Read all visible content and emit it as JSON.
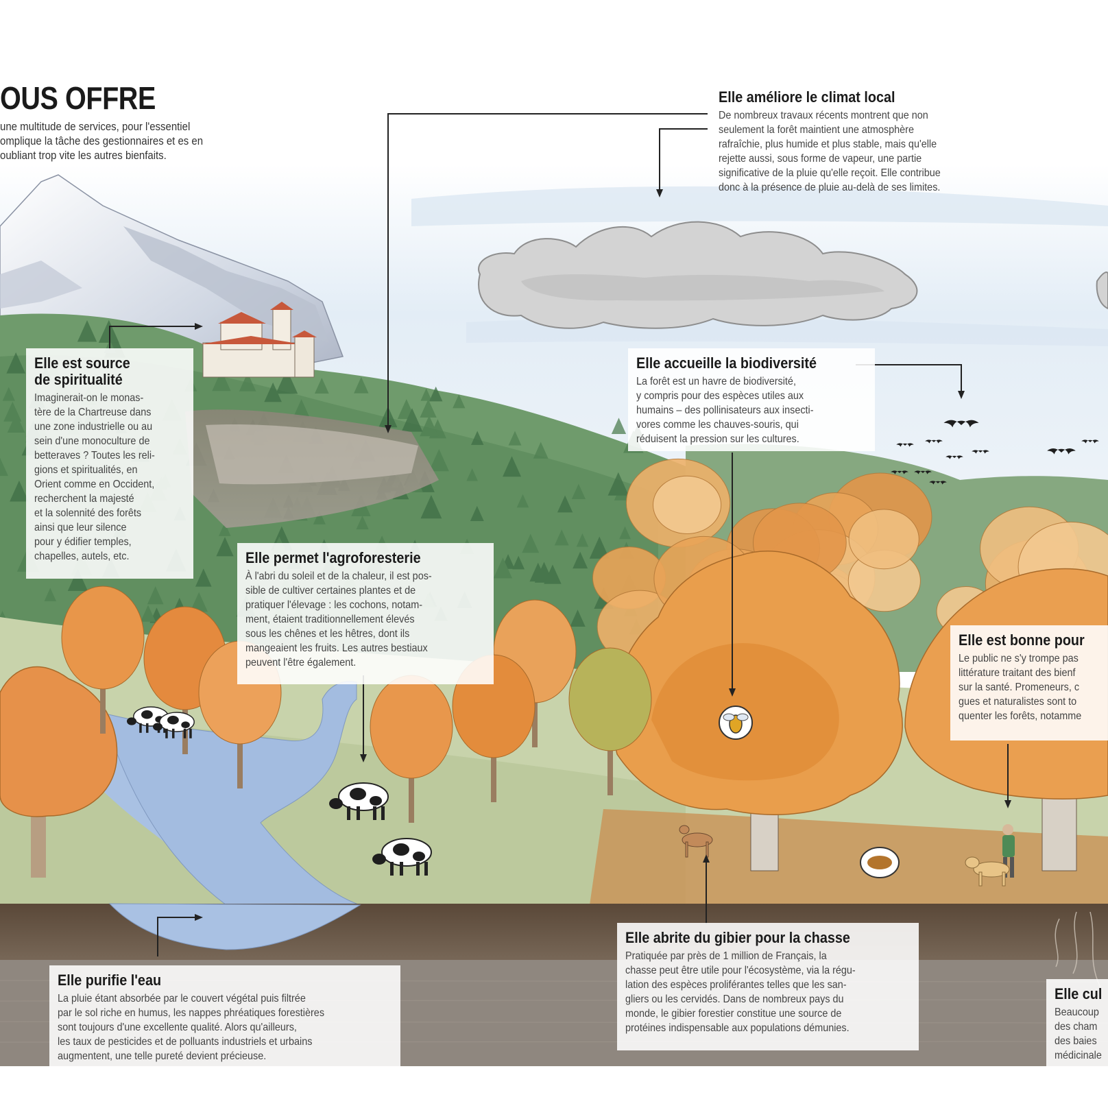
{
  "headline": "OUS OFFRE",
  "intro": "une multitude de services, pour l'essentiel omplique la tâche des gestionnaires et es en oubliant trop vite les autres bienfaits.",
  "colors": {
    "sky": "#dce8f2",
    "water": "#a9c1e3",
    "soil": "#6b5948",
    "ground": "#8c7f72",
    "orange_foliage": "#e89a46",
    "green_forest": "#6d9a6a"
  },
  "icons": [
    "mountain-icon",
    "monastery-icon",
    "cloud-icon",
    "bat-icon",
    "bee-icon",
    "cow-icon",
    "deer-icon",
    "mushroom-icon",
    "walker-icon",
    "dog-icon"
  ],
  "callouts": {
    "climat": {
      "title": "Elle améliore le climat local",
      "text": "De nombreux travaux récents montrent que non\nseulement la forêt maintient une atmosphère\nrafraîchie, plus humide et plus stable, mais qu'elle\nrejette aussi, sous forme de vapeur, une partie\nsignificative de la pluie qu'elle reçoit. Elle contribue\ndonc à la présence de pluie au-delà de ses limites."
    },
    "spiritualite": {
      "title": "Elle est source\nde spiritualité",
      "text": "Imaginerait-on le monas-\ntère de la Chartreuse dans\nune zone industrielle ou au\nsein d'une monoculture de\nbetteraves ? Toutes les reli-\ngions et spiritualités, en\nOrient comme en Occident,\nrecherchent la majesté\net la solennité des forêts\nainsi que leur silence\npour y édifier temples,\nchapelles, autels, etc."
    },
    "biodiversite": {
      "title": "Elle accueille la biodiversité",
      "text": "La forêt est un havre de biodiversité,\ny compris pour des espèces utiles aux\nhumains – des pollinisateurs aux insecti-\nvores comme les chauves-souris, qui\nréduisent la pression sur les cultures."
    },
    "agroforesterie": {
      "title": "Elle permet l'agroforesterie",
      "text": "À l'abri du soleil et de la chaleur, il est pos-\nsible de cultiver certaines plantes et de\npratiquer l'élevage : les cochons, notam-\nment, étaient traditionnellement élevés\nsous les chênes et les hêtres, dont ils\nmangeaient les fruits. Les autres bestiaux\npeuvent l'être également."
    },
    "sante": {
      "title": "Elle est bonne pour",
      "text": "Le public ne s'y trompe pas\nlittérature traitant des bienf\nsur la santé. Promeneurs, c\ngues et naturalistes sont to\nquenter les forêts, notamme"
    },
    "gibier": {
      "title": "Elle abrite du gibier pour la chasse",
      "text": "Pratiquée par près de 1 million de Français, la\nchasse peut être utile pour l'écosystème, via la régu-\nlation des espèces proliférantes telles que les san-\ngliers ou les cervidés. Dans de nombreux pays du\nmonde, le gibier forestier constitue une source de\nprotéines indispensable aux populations démunies."
    },
    "eau": {
      "title": "Elle purifie l'eau",
      "text": "La pluie étant absorbée par le couvert végétal puis filtrée\npar le sol riche en humus, les nappes phréatiques forestières\nsont toujours d'une excellente qualité. Alors qu'ailleurs,\nles taux de pesticides et de polluants industriels et urbains\naugmentent, une telle pureté devient précieuse."
    },
    "culture": {
      "title": "Elle cul",
      "text": "Beaucoup\ndes cham\ndes baies\nmédicinale"
    }
  }
}
